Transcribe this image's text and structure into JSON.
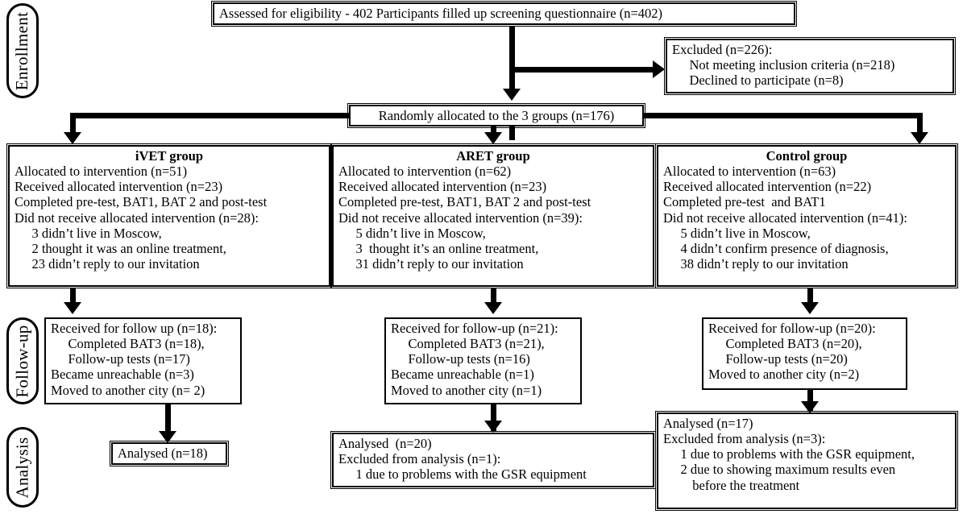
{
  "figure": {
    "type": "consort-flow-diagram",
    "stages": [
      {
        "id": "enrollment",
        "label": "Enrollment"
      },
      {
        "id": "follow-up",
        "label": "Follow-up"
      },
      {
        "id": "analysis",
        "label": "Analysis"
      }
    ]
  },
  "enrollment": {
    "assessed": {
      "lines": [
        "Assessed for eligibility - 402 Participants filled up screening questionnaire (n=402)"
      ]
    },
    "excluded": {
      "lines": [
        "Excluded (n=226):",
        "Not meeting inclusion criteria (n=218)",
        "Declined to participate (n=8)"
      ]
    },
    "randomized": {
      "lines": [
        "Randomly allocated to the 3 groups (n=176)"
      ]
    }
  },
  "allocation": {
    "ivet": {
      "title": "iVET group",
      "lines": [
        "Allocated to intervention (n=51)",
        "Received allocated intervention (n=23)",
        "Completed pre-test, BAT1, BAT 2 and post-test",
        "Did not receive allocated intervention (n=28):",
        "3 didn’t live in Moscow,",
        "2 thought it was an online treatment,",
        "23 didn’t reply to our invitation"
      ]
    },
    "aret": {
      "title": "ARET group",
      "lines": [
        "Allocated to intervention (n=62)",
        "Received allocated intervention (n=23)",
        "Completed pre-test, BAT1, BAT 2 and post-test",
        "Did not receive allocated intervention (n=39):",
        "5 didn’t live in Moscow,",
        "3  thought it’s an online treatment,",
        "31 didn’t reply to our invitation"
      ]
    },
    "control": {
      "title": "Control group",
      "lines": [
        "Allocated to intervention (n=63)",
        "Received allocated intervention (n=22)",
        "Completed pre-test  and BAT1",
        "Did not receive allocated intervention (n=41):",
        "5 didn’t live in Moscow,",
        "4 didn’t confirm presence of diagnosis,",
        "38 didn’t reply to our invitation"
      ]
    }
  },
  "followup": {
    "ivet": {
      "lines": [
        "Received for follow up (n=18):",
        "Completed BAT3 (n=18),",
        "Follow-up tests (n=17)",
        "Became unreachable (n=3)",
        "Moved to another city (n= 2)"
      ]
    },
    "aret": {
      "lines": [
        "Received for follow-up (n=21):",
        "Completed BAT3 (n=21),",
        "Follow-up tests (n=16)",
        "Became unreachable (n=1)",
        "Moved to another city (n=1)"
      ]
    },
    "control": {
      "lines": [
        "Received for follow-up (n=20):",
        "Completed BAT3 (n=20),",
        "Follow-up tests (n=20)",
        "Moved to another city (n=2)"
      ]
    }
  },
  "analysis": {
    "ivet": {
      "lines": [
        "Analysed (n=18)"
      ]
    },
    "aret": {
      "lines": [
        "Analysed  (n=20)",
        "Excluded from analysis (n=1):",
        "1 due to problems with the GSR equipment"
      ]
    },
    "control": {
      "lines": [
        "Analysed (n=17)",
        "Excluded from analysis (n=3):",
        "1 due to problems with the GSR equipment,",
        "2 due to showing maximum results even",
        "before the treatment"
      ]
    }
  },
  "colors": {
    "stroke": "#000000",
    "background": "#ffffff"
  }
}
